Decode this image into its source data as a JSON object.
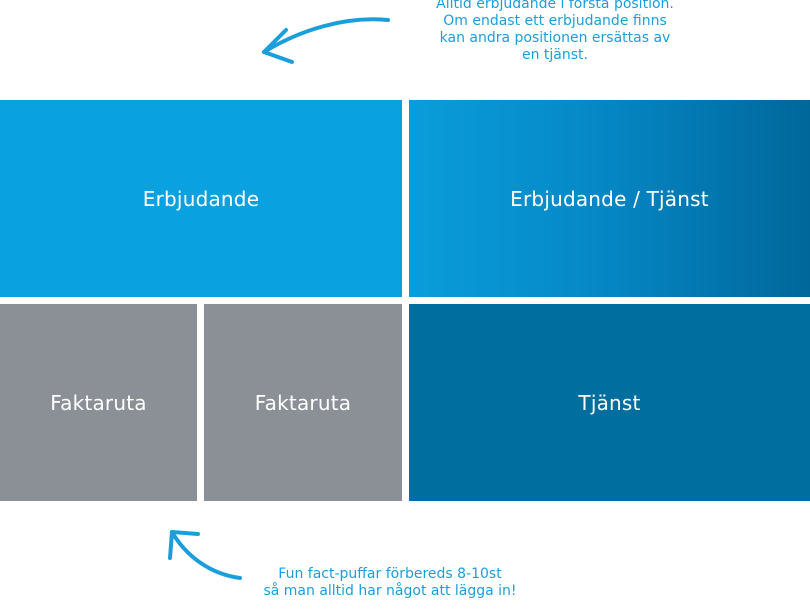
{
  "notes": {
    "top": [
      "Alltid erbjudande i första position.",
      "Om endast ett erbjudande finns",
      "kan andra positionen ersättas av",
      "en tjänst."
    ],
    "bottom": [
      "Fun fact-puffar förbereds 8-10st",
      "så man alltid har något att lägga in!"
    ]
  },
  "tiles": {
    "offer": "Erbjudande",
    "offer_or_service": "Erbjudande / Tjänst",
    "fact_1": "Faktaruta",
    "fact_2": "Faktaruta",
    "service": "Tjänst"
  },
  "colors": {
    "annotation": "#1a9fdc",
    "offer": "#0aa1e0",
    "fact": "#8b9096",
    "service": "#006e9f"
  },
  "icons": {
    "top_arrow": "curved-arrow-left-icon",
    "bottom_arrow": "curved-arrow-up-left-icon"
  }
}
